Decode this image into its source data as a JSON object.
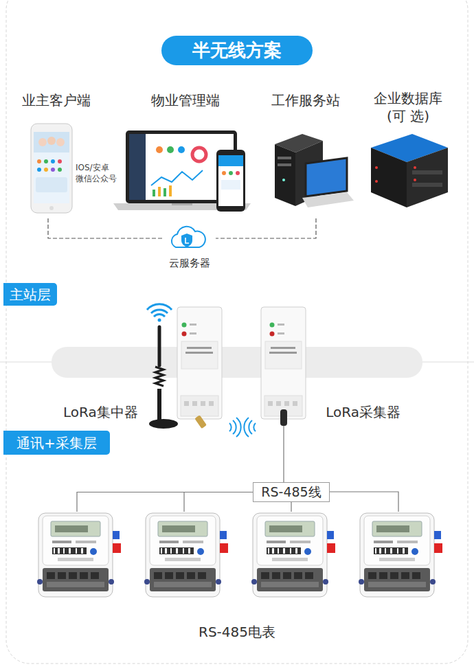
{
  "diagram": {
    "title": "半无线方案",
    "nodes": [
      {
        "text": [
          "业主客户端"
        ]
      },
      {
        "text": [
          "物业管理端"
        ]
      },
      {
        "text": [
          "工作服务站"
        ]
      },
      {
        "text": [
          "企业数据库 (可 选)"
        ]
      },
      {
        "text": [
          "云服务器"
        ]
      },
      {
        "text": [
          "主站层"
        ]
      },
      {
        "text": [
          "LoRa集中器"
        ]
      },
      {
        "text": [
          "LoRa采集器"
        ]
      },
      {
        "text": [
          "通讯+采集层"
        ]
      },
      {
        "text": [
          "RS-485线"
        ]
      },
      {
        "text": [
          "RS-485电表"
        ]
      }
    ],
    "edges": [
      {
        "from": 0,
        "to": 4,
        "arrow": "none"
      },
      {
        "from": 2,
        "to": 4,
        "arrow": "none"
      },
      {
        "from": 7,
        "to": 9,
        "arrow": "none"
      },
      {
        "from": 9,
        "to": 10,
        "arrow": "none"
      }
    ],
    "labels": [
      "IOS/安卓 微信公众号"
    ]
  }
}
